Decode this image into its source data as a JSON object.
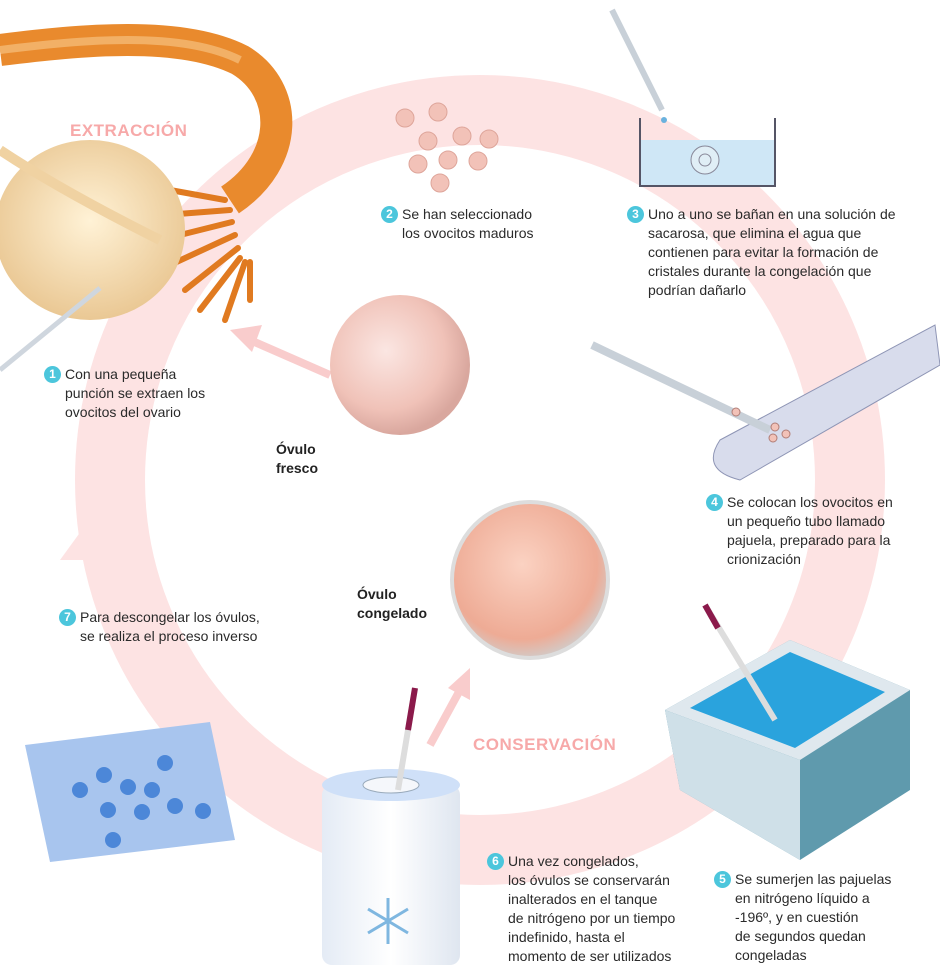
{
  "stages": {
    "extraction": "EXTRACCIÓN",
    "conservation": "CONSERVACIÓN"
  },
  "labels": {
    "fresh_egg": "Óvulo\nfresco",
    "frozen_egg": "Óvulo\ncongelado"
  },
  "steps": [
    {
      "number": "1",
      "text": "Con una pequeña\npunción se extraen los\novocitos del ovario"
    },
    {
      "number": "2",
      "text": "Se han seleccionado\nlos ovocitos maduros"
    },
    {
      "number": "3",
      "text": "Uno a uno se bañan en una solución de\nsacarosa, que elimina el agua que\ncontienen para evitar la formación de\ncristales durante la congelación que\npodrían dañarlo"
    },
    {
      "number": "4",
      "text": "Se colocan los ovocitos en\nun pequeño tubo llamado\npajuela, preparado para la\ncrionización"
    },
    {
      "number": "5",
      "text": "Se sumerjen las pajuelas\nen nitrógeno líquido a\n-196º, y en cuestión\nde segundos quedan\ncongeladas"
    },
    {
      "number": "6",
      "text": "Una vez congelados,\nlos óvulos se conservarán\ninalterados en el tanque\nde nitrógeno por un tiempo\nindefinido, hasta el\nmomento de ser utilizados"
    },
    {
      "number": "7",
      "text": "Para descongelar los óvulos,\nse realiza el proceso inverso"
    }
  ],
  "colors": {
    "ring": "#fde0e0",
    "accent": "#4cc6dc",
    "stage": "#f7a9a9"
  }
}
